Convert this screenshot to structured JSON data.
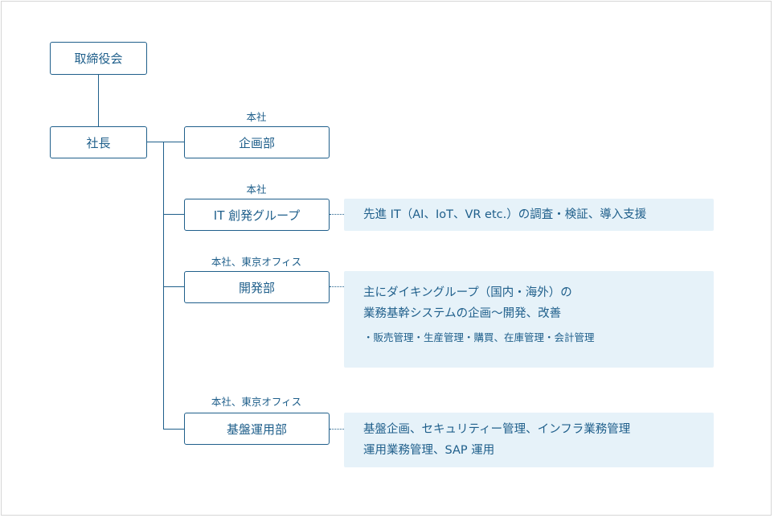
{
  "nodes": {
    "board": "取締役会",
    "president": "社長",
    "planning": "企画部",
    "it_group": "IT 創発グループ",
    "development": "開発部",
    "infrastructure": "基盤運用部"
  },
  "locations": {
    "planning": "本社",
    "it_group": "本社",
    "development": "本社、東京オフィス",
    "infrastructure": "本社、東京オフィス"
  },
  "descriptions": {
    "it_group": [
      "先進 IT（AI、IoT、VR etc.）の調査・検証、導入支援"
    ],
    "development": [
      "主にダイキングループ（国内・海外）の",
      "業務基幹システムの企画〜開発、改善"
    ],
    "development_note": "・販売管理・生産管理・購買、在庫管理・会計管理",
    "infrastructure": [
      "基盤企画、セキュリティー管理、インフラ業務管理",
      "運用業務管理、SAP 運用"
    ]
  },
  "colors": {
    "primary": "#1f5f8b",
    "description_bg": "#e6f2f9",
    "frame_border": "#d6d6d6"
  }
}
